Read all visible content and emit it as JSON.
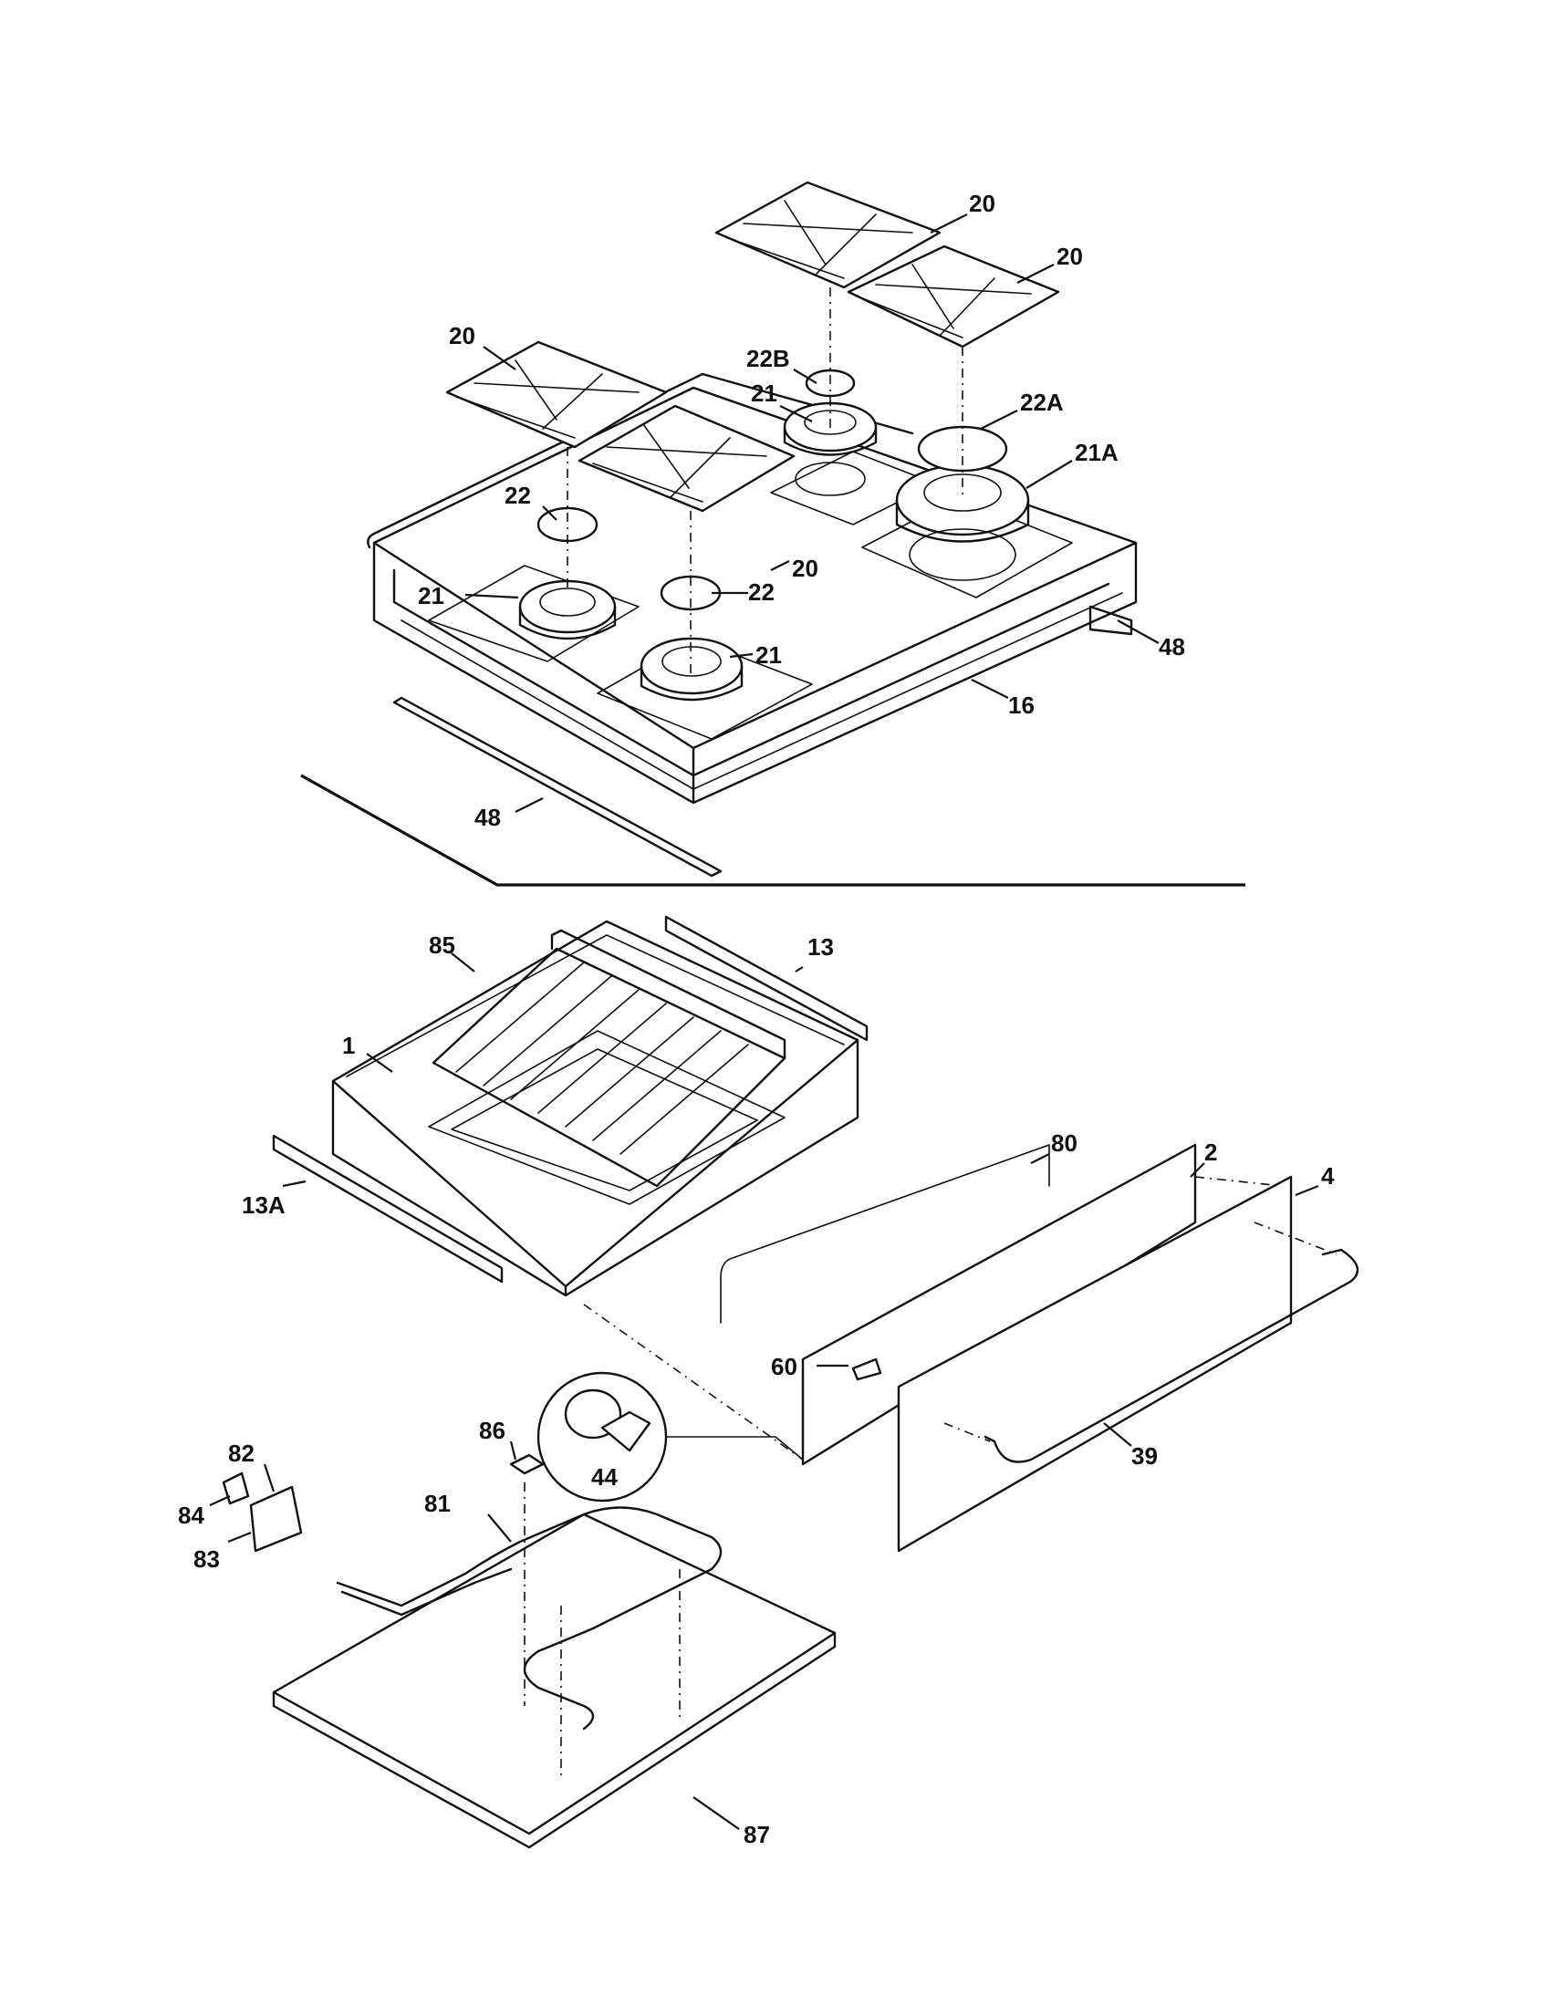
{
  "labels": {
    "l20a": "20",
    "l20b": "20",
    "l20c": "20",
    "l20d": "20",
    "l22b": "22B",
    "l21top": "21",
    "l22a": "22A",
    "l21a": "21A",
    "l22left": "22",
    "l22mid": "22",
    "l21left": "21",
    "l21mid": "21",
    "l48right": "48",
    "l16": "16",
    "l48left": "48",
    "l85": "85",
    "l13": "13",
    "l1": "1",
    "l13a": "13A",
    "l80": "80",
    "l2": "2",
    "l4": "4",
    "l60": "60",
    "l44": "44",
    "l39": "39",
    "l82": "82",
    "l86": "86",
    "l84": "84",
    "l81": "81",
    "l83": "83",
    "l87": "87"
  }
}
